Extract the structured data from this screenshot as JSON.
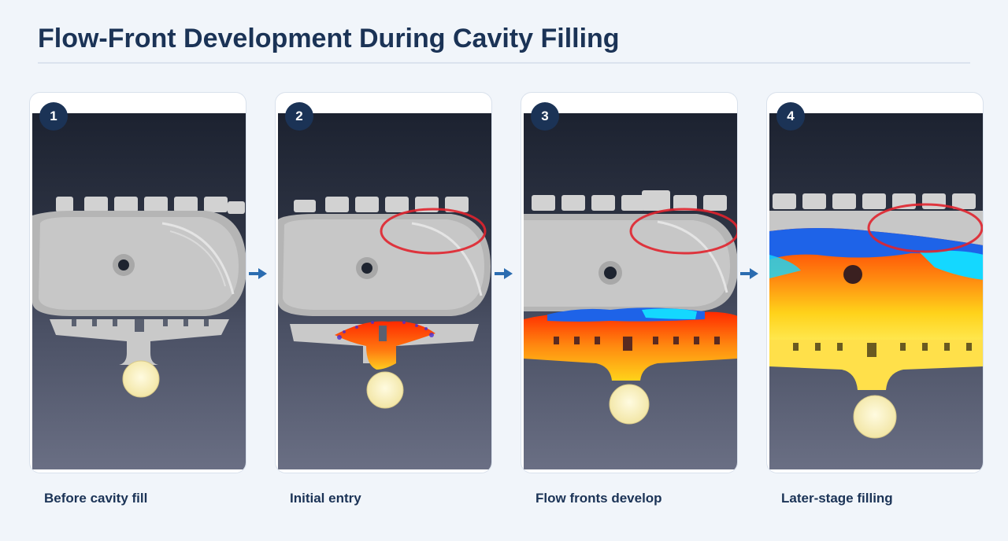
{
  "header": {
    "title": "Flow-Front Development During Cavity Filling"
  },
  "steps": [
    {
      "number": "1",
      "caption": "Before cavity fill"
    },
    {
      "number": "2",
      "caption": "Initial entry"
    },
    {
      "number": "3",
      "caption": "Flow fronts develop"
    },
    {
      "number": "4",
      "caption": "Later-stage filling"
    }
  ],
  "colors": {
    "title": "#1b3356",
    "badge": "#1b3356",
    "arrow": "#2b6cb0",
    "highlight_circle": "#e0232e",
    "metal_hot": "#ff2a00",
    "metal_warm": "#ffd21a",
    "metal_cool": "#1e63e8",
    "metal_cold": "#14d8ff"
  }
}
